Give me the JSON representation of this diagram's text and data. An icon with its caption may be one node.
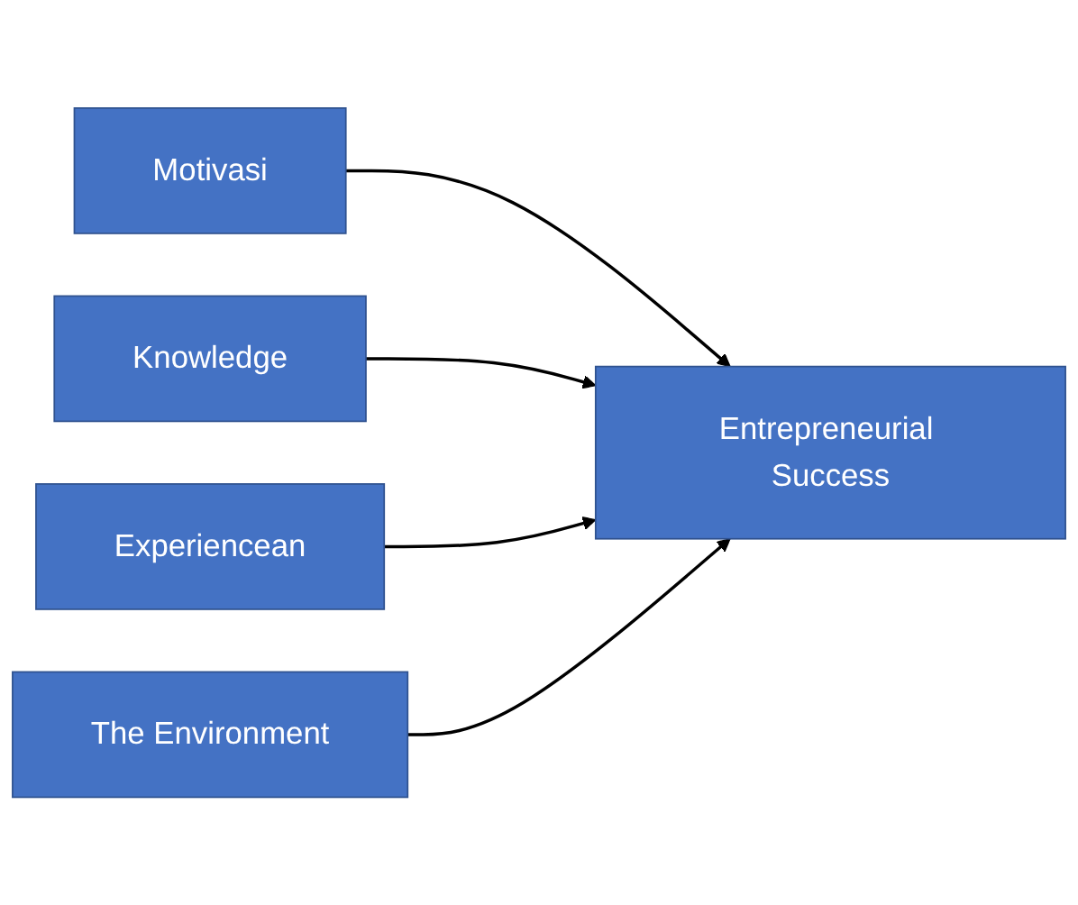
{
  "diagram": {
    "nodes": [
      {
        "text": [
          "Motivasi"
        ]
      },
      {
        "text": [
          "Knowledge"
        ]
      },
      {
        "text": [
          "Experiencean"
        ]
      },
      {
        "text": [
          "The Environment"
        ]
      },
      {
        "text": [
          "Entrepreneurial Success"
        ]
      }
    ],
    "edges": [
      {
        "from": 0,
        "to": 4,
        "arrow": "to"
      },
      {
        "from": 1,
        "to": 4,
        "arrow": "to"
      },
      {
        "from": 2,
        "to": 4,
        "arrow": "to"
      },
      {
        "from": 3,
        "to": 4,
        "arrow": "to"
      }
    ]
  }
}
